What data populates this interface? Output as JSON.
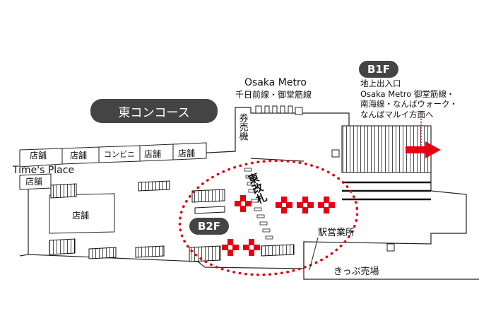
{
  "concourse_label": "東コンコース",
  "floor_b1f": "B1F",
  "floor_b2f": "B2F",
  "metro_line": {
    "name": "Osaka Metro",
    "lines": "千日前線・御堂筋線"
  },
  "exit_info": [
    "地上出入口",
    "Osaka Metro 御堂筋線・",
    "南海線・なんばウォーク・",
    "なんばマルイ方面へ"
  ],
  "ticket_machine": "券売機",
  "east_gate": "東改札",
  "station_office": "駅営業所",
  "ticket_counter": "きっぷ売場",
  "place_name": "Time's Place",
  "shops_top": [
    "店舗",
    "店舗",
    "コンビニ",
    "店舗",
    "店舗"
  ],
  "shop_left_small": "店舗",
  "shop_big": "店舗",
  "colors": {
    "accent": "#e60012",
    "pill": "#444444",
    "line": "#111111"
  }
}
